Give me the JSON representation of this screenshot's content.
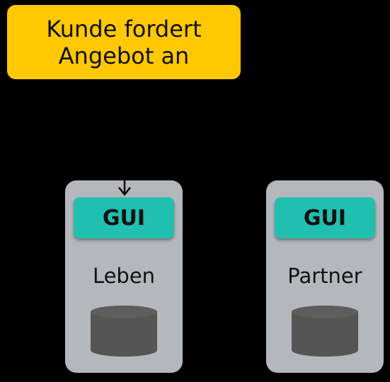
{
  "trigger": {
    "line1": "Kunde fordert",
    "line2": "Angebot an",
    "color": "#FFC800"
  },
  "systems": [
    {
      "label": "Leben",
      "gui_label": "GUI"
    },
    {
      "label": "Partner",
      "gui_label": "GUI"
    }
  ],
  "colors": {
    "background": "#000000",
    "system_box": "#B4B7BC",
    "gui_box": "#20BFB0",
    "database": "#555555"
  }
}
